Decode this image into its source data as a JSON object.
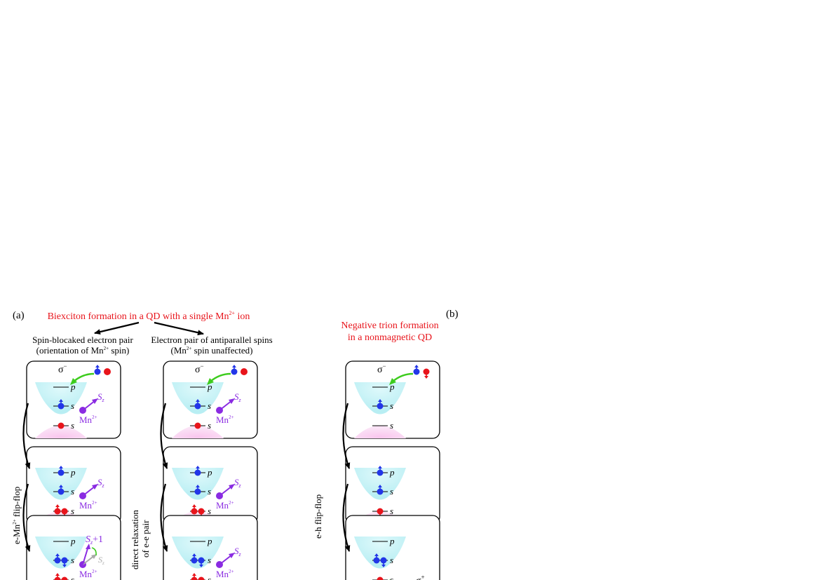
{
  "labels": {
    "a": "(a)",
    "b": "(b)"
  },
  "title_a": "Biexciton formation in a QD with a single Mn",
  "title_a_sup": "2+",
  "title_a_end": " ion",
  "title_b_line1": "Negative trion formation",
  "title_b_line2": "in a nonmagnetic QD",
  "col1": {
    "line1": "Spin-blocaked electron pair",
    "line2_pre": "(orientation of Mn",
    "line2_sup": "2+",
    "line2_post": " spin)",
    "side_pre": "e-Mn",
    "side_sup": "2+",
    "side_post": " flip-flop"
  },
  "col2": {
    "line1": "Electron pair of antiparallel spins",
    "line2_pre": "(Mn",
    "line2_sup": "2+",
    "line2_post": " spin unaffected)",
    "side_line1": "direct relaxation",
    "side_line2": "of e-e  pair"
  },
  "col3": {
    "side": "e-h flip-flop"
  },
  "symbols": {
    "p": "p",
    "s": "s",
    "sigma": "σ",
    "minus": "−",
    "plus": "+",
    "Sz": "S",
    "z": "z",
    "plus1": "+1",
    "Mn": "Mn",
    "Mn_sup": "2+"
  },
  "colors": {
    "title": "#e8141b",
    "electron": "#2236e8",
    "hole": "#e8141b",
    "mn": "#8a2be2",
    "photon": "#3dcc1e",
    "conduction": "#c3f2f6",
    "valence": "#f8c0ea",
    "gray_spin": "#a9a9a9"
  }
}
